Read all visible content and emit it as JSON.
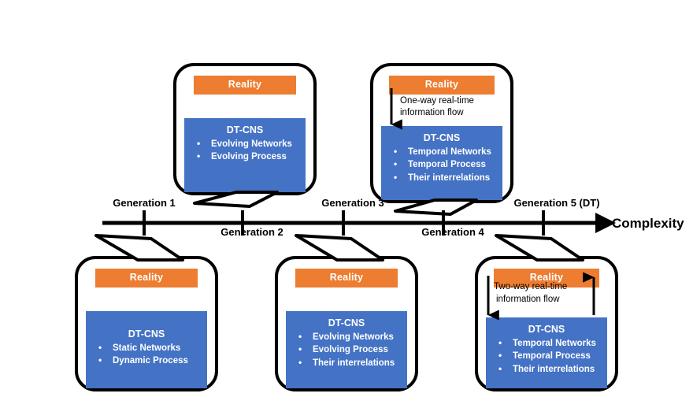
{
  "figure": {
    "axis": {
      "title": "Complexity",
      "ticks": [
        {
          "label": "Generation 1",
          "position": "above"
        },
        {
          "label": "Generation 2",
          "position": "below"
        },
        {
          "label": "Generation 3",
          "position": "above"
        },
        {
          "label": "Generation 4",
          "position": "below"
        },
        {
          "label": "Generation 5 (DT)",
          "position": "above"
        }
      ]
    },
    "colors": {
      "reality": "#ED7D31",
      "dtcns": "#4472C4",
      "outline": "#000000",
      "text_on_fill": "#FFFFFF",
      "background": "#FFFFFF"
    },
    "generations": [
      {
        "id": "generation-1",
        "tick": "Generation 1",
        "row": "bottom",
        "reality_label": "Reality",
        "flow_label": "",
        "flow_type": "none",
        "dtcns_title": "DT-CNS",
        "bullets": [
          "Static Networks",
          "Dynamic Process"
        ]
      },
      {
        "id": "generation-2",
        "tick": "Generation 2",
        "row": "top",
        "reality_label": "Reality",
        "flow_label": "",
        "flow_type": "none",
        "dtcns_title": "DT-CNS",
        "bullets": [
          "Evolving Networks",
          "Evolving Process"
        ]
      },
      {
        "id": "generation-3",
        "tick": "Generation 3",
        "row": "bottom",
        "reality_label": "Reality",
        "flow_label": "",
        "flow_type": "none",
        "dtcns_title": "DT-CNS",
        "bullets": [
          "Evolving Networks",
          "Evolving Process",
          "Their interrelations"
        ]
      },
      {
        "id": "generation-4",
        "tick": "Generation 4",
        "row": "top",
        "reality_label": "Reality",
        "flow_label_line1": "One-way real-time",
        "flow_label_line2": "information flow",
        "flow_type": "one-way",
        "dtcns_title": "DT-CNS",
        "bullets": [
          "Temporal Networks",
          "Temporal Process",
          "Their interrelations"
        ]
      },
      {
        "id": "generation-5",
        "tick": "Generation 5 (DT)",
        "row": "bottom",
        "reality_label": "Reality",
        "flow_label_line1": "Two-way real-time",
        "flow_label_line2": "information flow",
        "flow_type": "two-way",
        "dtcns_title": "DT-CNS",
        "bullets": [
          "Temporal Networks",
          "Temporal Process",
          "Their interrelations"
        ]
      }
    ]
  }
}
